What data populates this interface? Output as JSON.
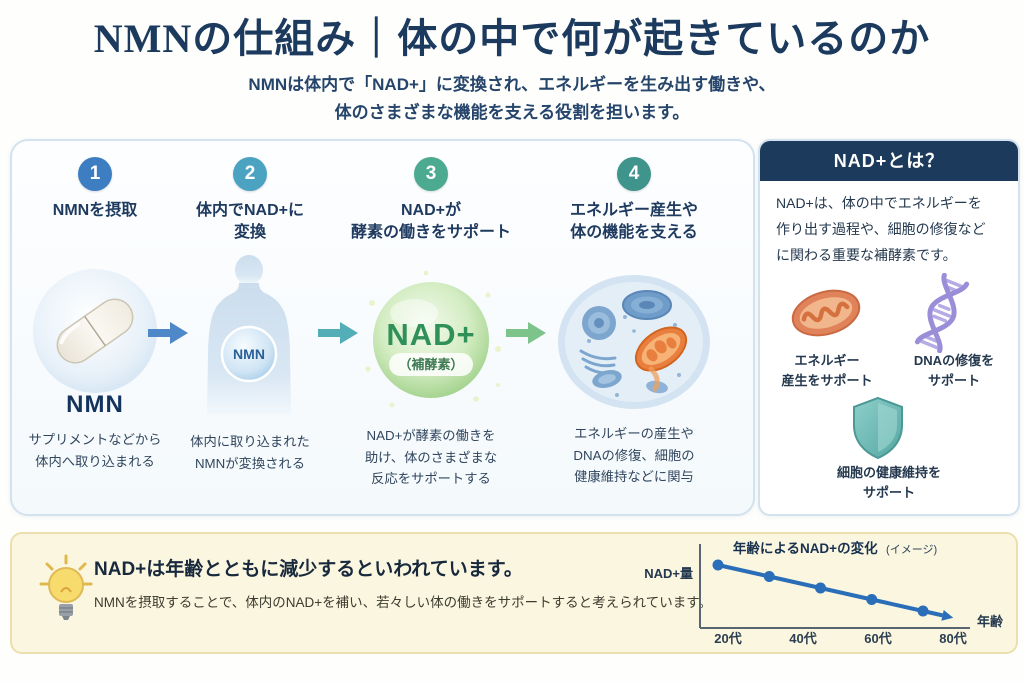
{
  "header": {
    "title": "NMNの仕組み｜体の中で何が起きているのか",
    "subtitle1": "NMNは体内で「NAD+」に変換され、エネルギーを生み出す働きや、",
    "subtitle2": "体のさまざまな機能を支える役割を担います。"
  },
  "process": {
    "steps": [
      {
        "number": "1",
        "title": "NMNを摂取",
        "visual_label": "NMN",
        "caption": "サプリメントなどから\n体内へ取り込まれる",
        "color": "#3d7ec3"
      },
      {
        "number": "2",
        "title": "体内でNAD+に\n変換",
        "badge": "NMN",
        "caption": "体内に取り込まれた\nNMNが変換される",
        "color": "#4ba3c1"
      },
      {
        "number": "3",
        "title": "NAD+が\n酵素の働きをサポート",
        "sphere_label": "NAD+",
        "sphere_sub": "（補酵素）",
        "caption": "NAD+が酵素の働きを\n助け、体のさまざまな\n反応をサポートする",
        "color": "#4caa90"
      },
      {
        "number": "4",
        "title": "エネルギー産生や\n体の機能を支える",
        "caption": "エネルギーの産生や\nDNAの修復、細胞の\n健康維持などに関与",
        "color": "#3f948b"
      }
    ]
  },
  "sidebar": {
    "title": "NAD+とは？",
    "body": "NAD+は、体の中でエネルギーを\n作り出す過程や、細胞の修復など\nに関わる重要な補酵素です。",
    "benefits": [
      {
        "icon": "mitochondria-icon",
        "label": "エネルギー\n産生をサポート"
      },
      {
        "icon": "dna-icon",
        "label": "DNAの修復を\nサポート"
      },
      {
        "icon": "shield-icon",
        "label": "細胞の健康維持を\nサポート"
      }
    ]
  },
  "note": {
    "title": "NAD+は年齢とともに減少するといわれています。",
    "body": "NMNを摂取することで、体内のNAD+を補い、若々しい体の働きをサポートすると考えられています。"
  },
  "chart_data": {
    "type": "line",
    "title": "年齢によるNAD+の変化",
    "title_note": "(イメージ)",
    "ylabel": "NAD+量",
    "xlabel": "年齢",
    "categories": [
      "20代",
      "40代",
      "60代",
      "80代"
    ],
    "x_ages": [
      20,
      35,
      50,
      65,
      80
    ],
    "values": [
      100,
      88,
      76,
      64,
      52
    ],
    "ylim": [
      0,
      110
    ],
    "grid": false,
    "legend": "none",
    "line_color": "#2a6db8",
    "trend": "decreasing"
  },
  "colors": {
    "accent_navy": "#1c3a5c",
    "panel_border": "#d3e2ef",
    "note_bg": "#fbf6df",
    "arrow_blue": "#4f88c9",
    "arrow_teal": "#53aeb8",
    "arrow_green": "#7cc489",
    "nad_green": "#2f9157"
  }
}
